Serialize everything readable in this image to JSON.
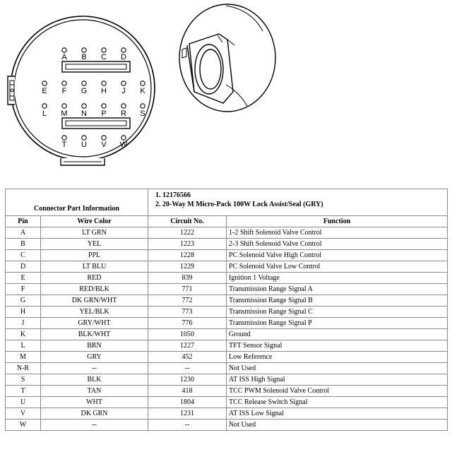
{
  "connector": {
    "top_row": [
      "A",
      "B",
      "C",
      "D"
    ],
    "middle_row": [
      "E",
      "F",
      "G",
      "H",
      "J",
      "K"
    ],
    "lower_row": [
      "L",
      "M",
      "N",
      "P",
      "R",
      "S"
    ],
    "bottom_row": [
      "T",
      "U",
      "V",
      "W"
    ]
  },
  "table": {
    "info_label": "Connector Part Information",
    "part_line_1": "1.  12176566",
    "part_line_2": "2.  20-Way M Micro-Pack 100W Lock Assist/Seal (GRY)",
    "headers": [
      "Pin",
      "Wire Color",
      "Circuit No.",
      "Function"
    ],
    "rows": [
      [
        "A",
        "LT GRN",
        "1222",
        "1-2 Shift Solenoid Valve Control"
      ],
      [
        "B",
        "YEL",
        "1223",
        "2-3 Shift Solenoid Valve Control"
      ],
      [
        "C",
        "PPL",
        "1228",
        "PC Solenoid Valve High Control"
      ],
      [
        "D",
        "LT BLU",
        "1229",
        "PC Solenoid Valve Low Control"
      ],
      [
        "E",
        "RED",
        "839",
        "Ignition 1 Voltage"
      ],
      [
        "F",
        "RED/BLK",
        "771",
        "Transmission Range Signal A"
      ],
      [
        "G",
        "DK GRN/WHT",
        "772",
        "Transmission Range Signal B"
      ],
      [
        "H",
        "YEL/BLK",
        "773",
        "Transmission Range Signal C"
      ],
      [
        "J",
        "GRY/WHT",
        "776",
        "Transmission Range Signal P"
      ],
      [
        "K",
        "BLK/WHT",
        "1050",
        "Ground"
      ],
      [
        "L",
        "BRN",
        "1227",
        "TFT Sensor Signal"
      ],
      [
        "M",
        "GRY",
        "452",
        "Low Reference"
      ],
      [
        "N-R",
        "--",
        "--",
        "Not Used"
      ],
      [
        "S",
        "BLK",
        "1230",
        "AT ISS High Signal"
      ],
      [
        "T",
        "TAN",
        "418",
        "TCC PWM Solenoid Valve Control"
      ],
      [
        "U",
        "WHT",
        "1804",
        "TCC Release Switch Signal"
      ],
      [
        "V",
        "DK GRN",
        "1231",
        "AT ISS Low Signal"
      ],
      [
        "W",
        "--",
        "--",
        "Not Used"
      ]
    ]
  }
}
